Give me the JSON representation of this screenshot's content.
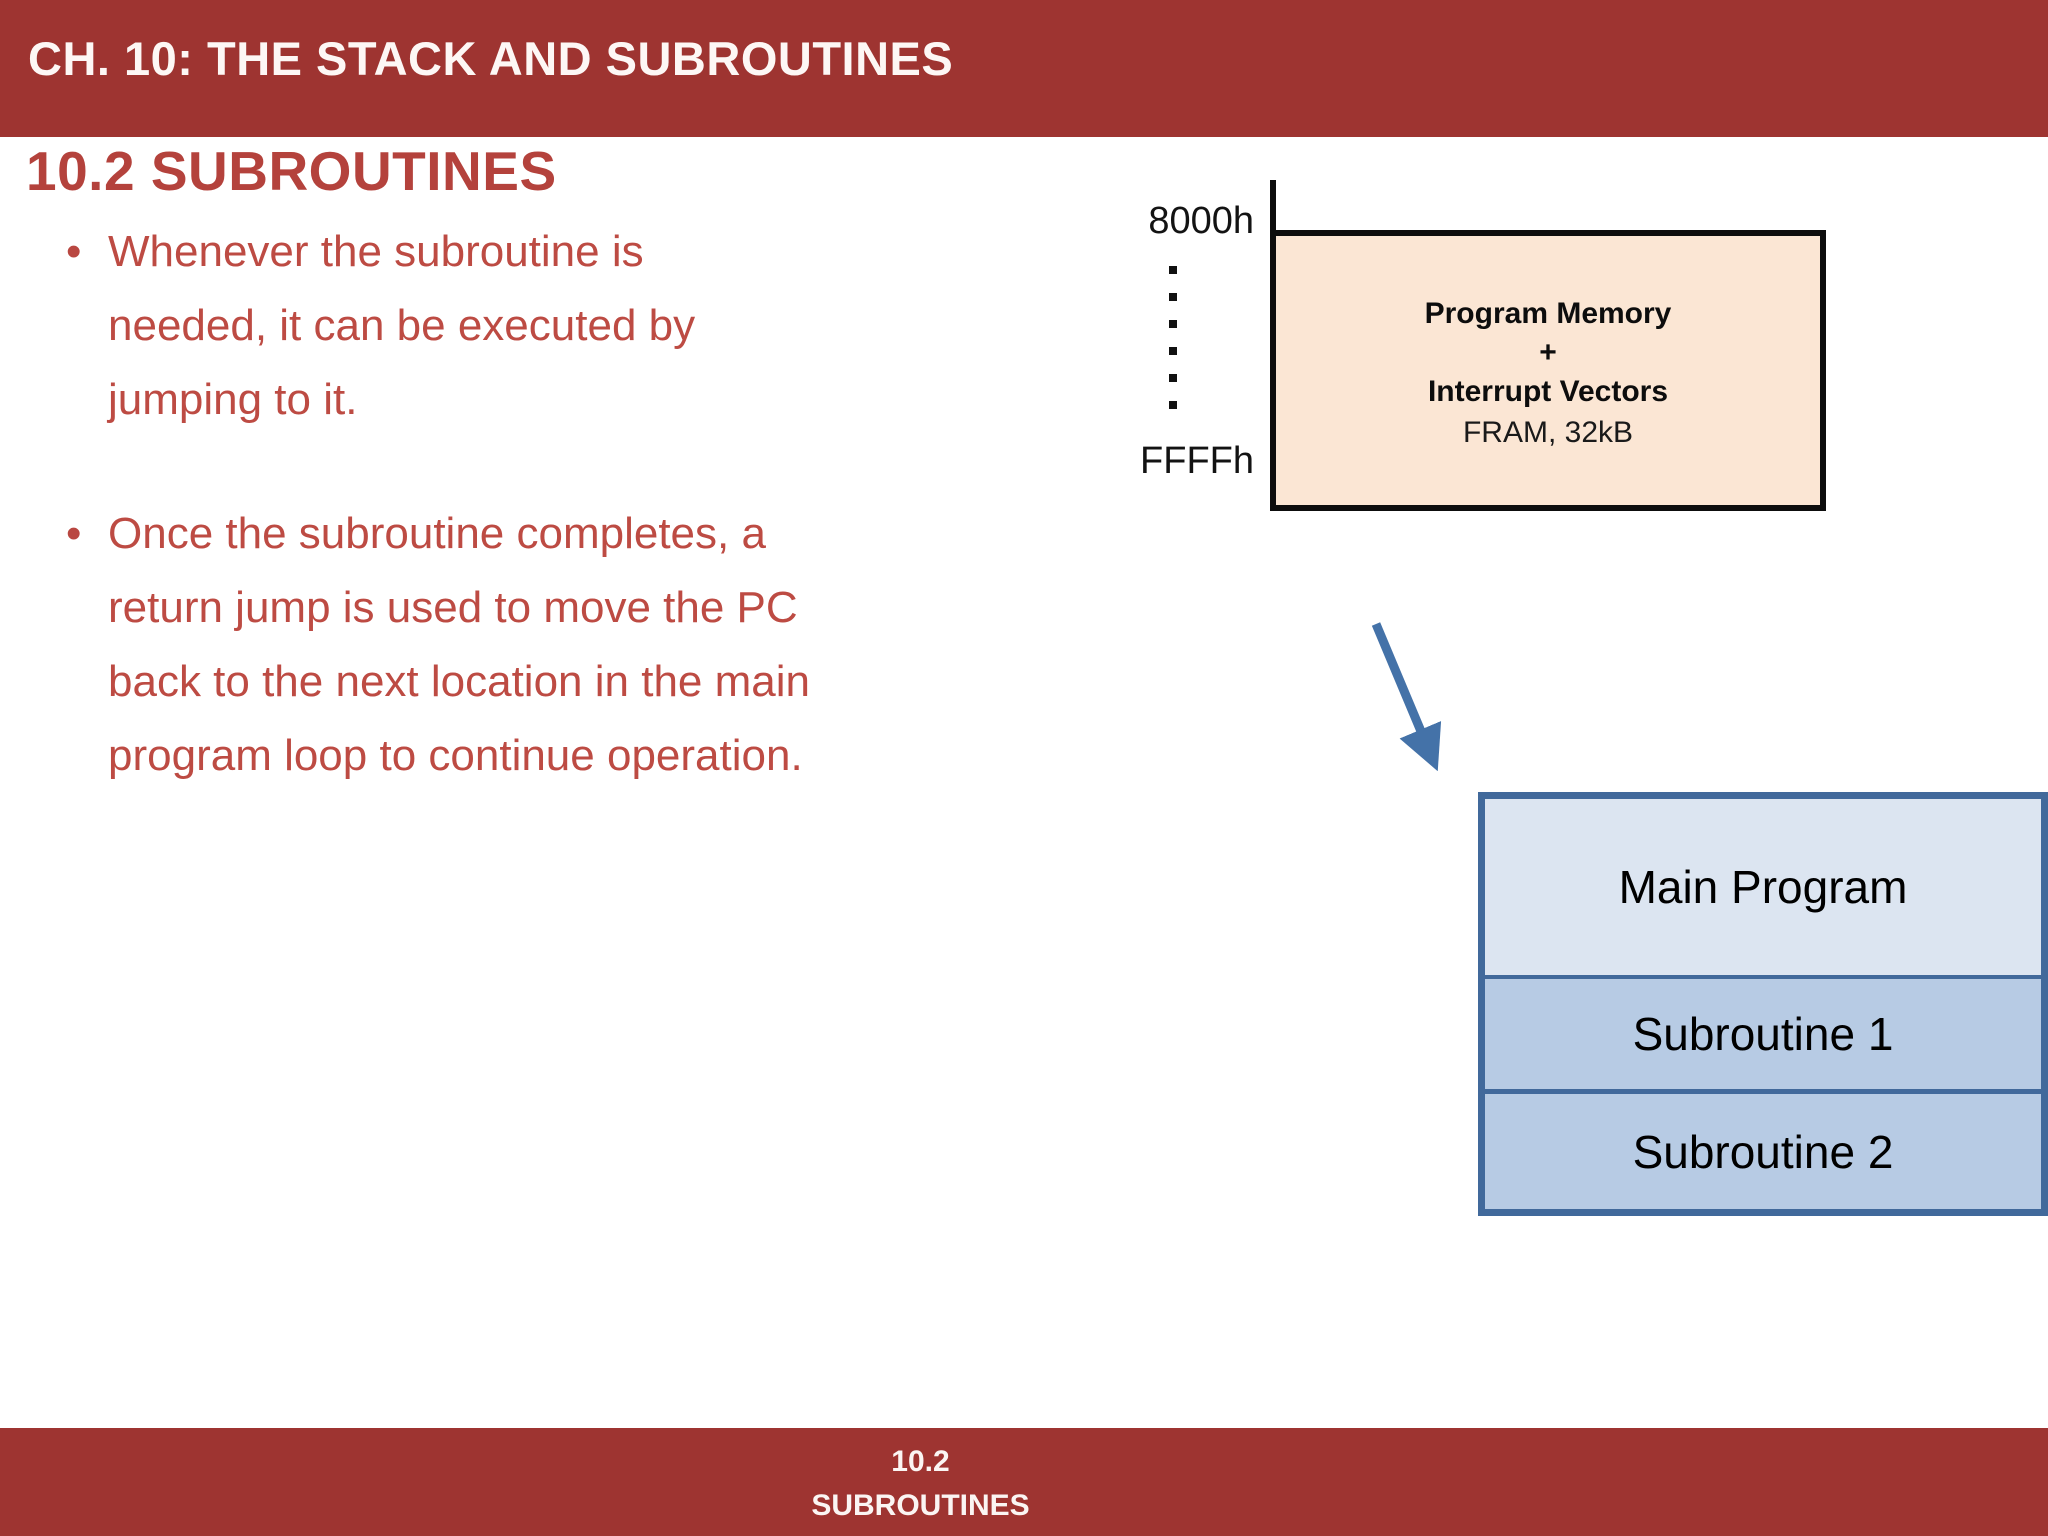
{
  "slide": {
    "header_title": "CH. 10: THE STACK AND SUBROUTINES",
    "section_title": "10.2 SUBROUTINES",
    "bullets": [
      {
        "marker": "•",
        "text": "Whenever the subroutine is needed, it can be executed by jumping to it."
      },
      {
        "marker": "•",
        "text": "Once the subroutine completes, a return jump is used to move the PC back to the next location in the main program loop to continue operation."
      }
    ],
    "memory_map": {
      "address_top": "8000h",
      "address_bottom": "FFFFh",
      "box_lines": [
        "Program Memory",
        "+",
        "Interrupt Vectors",
        "FRAM, 32kB"
      ],
      "ellipsis_dot_count": 6
    },
    "program_blocks": [
      {
        "label": "Main Program"
      },
      {
        "label": "Subroutine 1"
      },
      {
        "label": "Subroutine 2"
      }
    ],
    "footer": {
      "line1": "10.2",
      "line2": "SUBROUTINES"
    },
    "colors": {
      "brand_maroon": "#9e3431",
      "section_red": "#b4423c",
      "body_red": "#bd4b43",
      "memory_fill": "#fbe6d4",
      "block_border_blue": "#41699b",
      "main_block_fill": "#dce5f1",
      "sub_block_fill": "#b7cbe4",
      "arrow_blue": "#4472a8"
    }
  }
}
